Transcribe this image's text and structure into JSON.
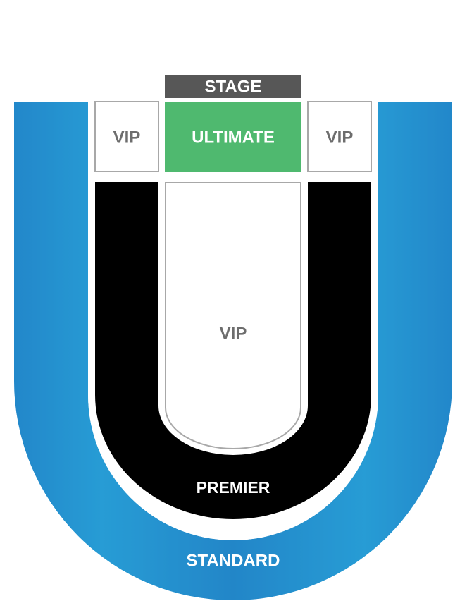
{
  "seating_map": {
    "stage": {
      "label": "STAGE",
      "color": "#575757",
      "text_color": "#ffffff"
    },
    "sections": {
      "ultimate": {
        "label": "ULTIMATE",
        "color": "#4fb96f",
        "text_color": "#ffffff"
      },
      "vip_left": {
        "label": "VIP",
        "color": "#ffffff",
        "border": "#a8a8a8",
        "text_color": "#6d6d6d"
      },
      "vip_right": {
        "label": "VIP",
        "color": "#ffffff",
        "border": "#a8a8a8",
        "text_color": "#6d6d6d"
      },
      "vip_center": {
        "label": "VIP",
        "color": "#ffffff",
        "border": "#a8a8a8",
        "text_color": "#6d6d6d"
      },
      "premier": {
        "label": "PREMIER",
        "color": "#000000",
        "text_color": "#ffffff"
      },
      "standard": {
        "label": "STANDARD",
        "color_light": "#2aaee0",
        "color_dark": "#2386c8",
        "text_color": "#ffffff"
      }
    }
  }
}
